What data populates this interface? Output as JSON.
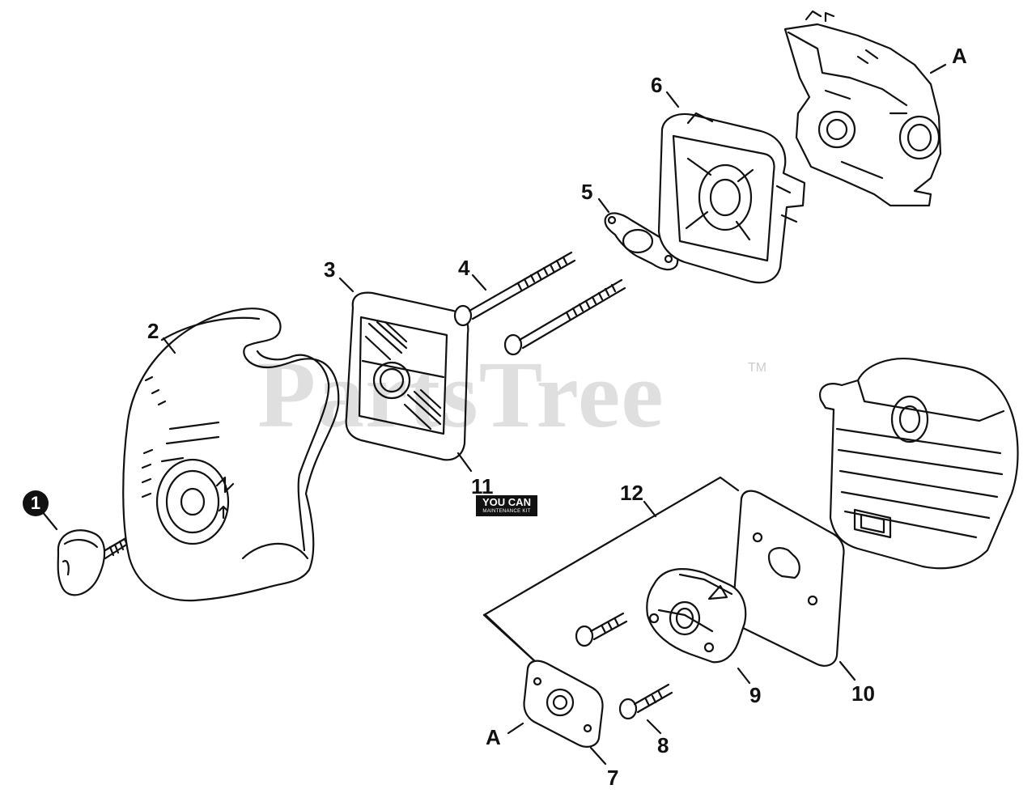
{
  "watermark": {
    "text": "PartsTree",
    "trademark": "TM"
  },
  "badge": {
    "title": "YOU CAN",
    "subtitle": "MAINTENANCE KIT"
  },
  "callouts": {
    "c1": "1",
    "c2": "2",
    "c3": "3",
    "c4": "4",
    "c5": "5",
    "c6": "6",
    "c7": "7",
    "c8": "8",
    "c9": "9",
    "c10": "10",
    "c11": "11",
    "c12": "12",
    "a_top": "A",
    "a_bottom": "A"
  },
  "colors": {
    "line": "#111111",
    "watermark": "#000000",
    "background": "#ffffff"
  }
}
